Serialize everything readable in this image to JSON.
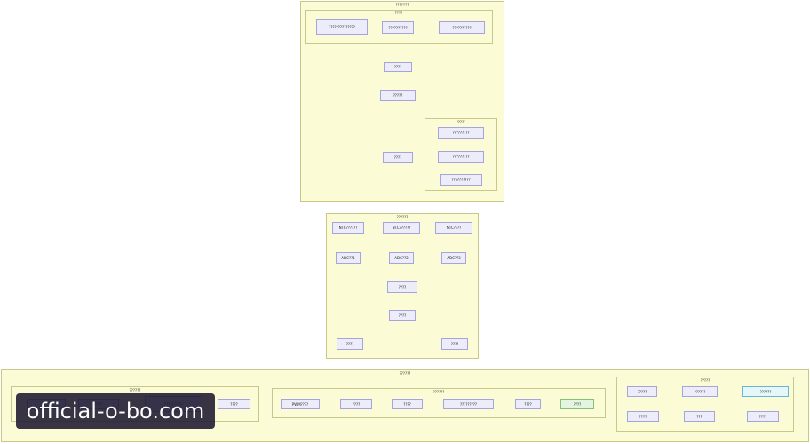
{
  "clusters": {
    "top": {
      "title": "???????"
    },
    "top_inner": {
      "title": "????"
    },
    "top_right": {
      "title": "?????"
    },
    "middle": {
      "title": "??????"
    },
    "bottom": {
      "title": "??????"
    },
    "bottom_left": {
      "title": "??????"
    },
    "bottom_center": {
      "title": "??????"
    },
    "bottom_right": {
      "title": "?????"
    }
  },
  "nodes": {
    "t1": "??????????????",
    "t2": "??????????",
    "t3": "??????????",
    "t4": "????",
    "t5": "?????",
    "t6": "????",
    "tr1": "?????????",
    "tr2": "?????????",
    "tr3": "??????????",
    "m1": "NTC??????",
    "m2": "NTC??????",
    "m3": "NTC????",
    "m4": "ADC??1",
    "m5": "ADC??2",
    "m6": "ADC??3",
    "m7": "????",
    "m8": "????",
    "m9": "????",
    "m10": "????",
    "bl1": "????",
    "bl2": "????",
    "bl3": "??????????",
    "bl4": "????",
    "bc1": "PWM????",
    "bc2": "????",
    "bc3": "????",
    "bc4": "?????????",
    "bc5": "????",
    "bc6": "????",
    "br1": "?????",
    "br2": "??????",
    "br3": "??????",
    "br4": "????",
    "br5": "???",
    "br6": "????"
  },
  "watermark": "official-o-bo.com",
  "colors": {
    "cluster_fill": "#fbfbd6",
    "cluster_border": "#c8c88a",
    "node_fill": "#ececfb",
    "node_border": "#a7a4dd",
    "edge": "#555555",
    "watermark_bg": "#1c1830"
  }
}
